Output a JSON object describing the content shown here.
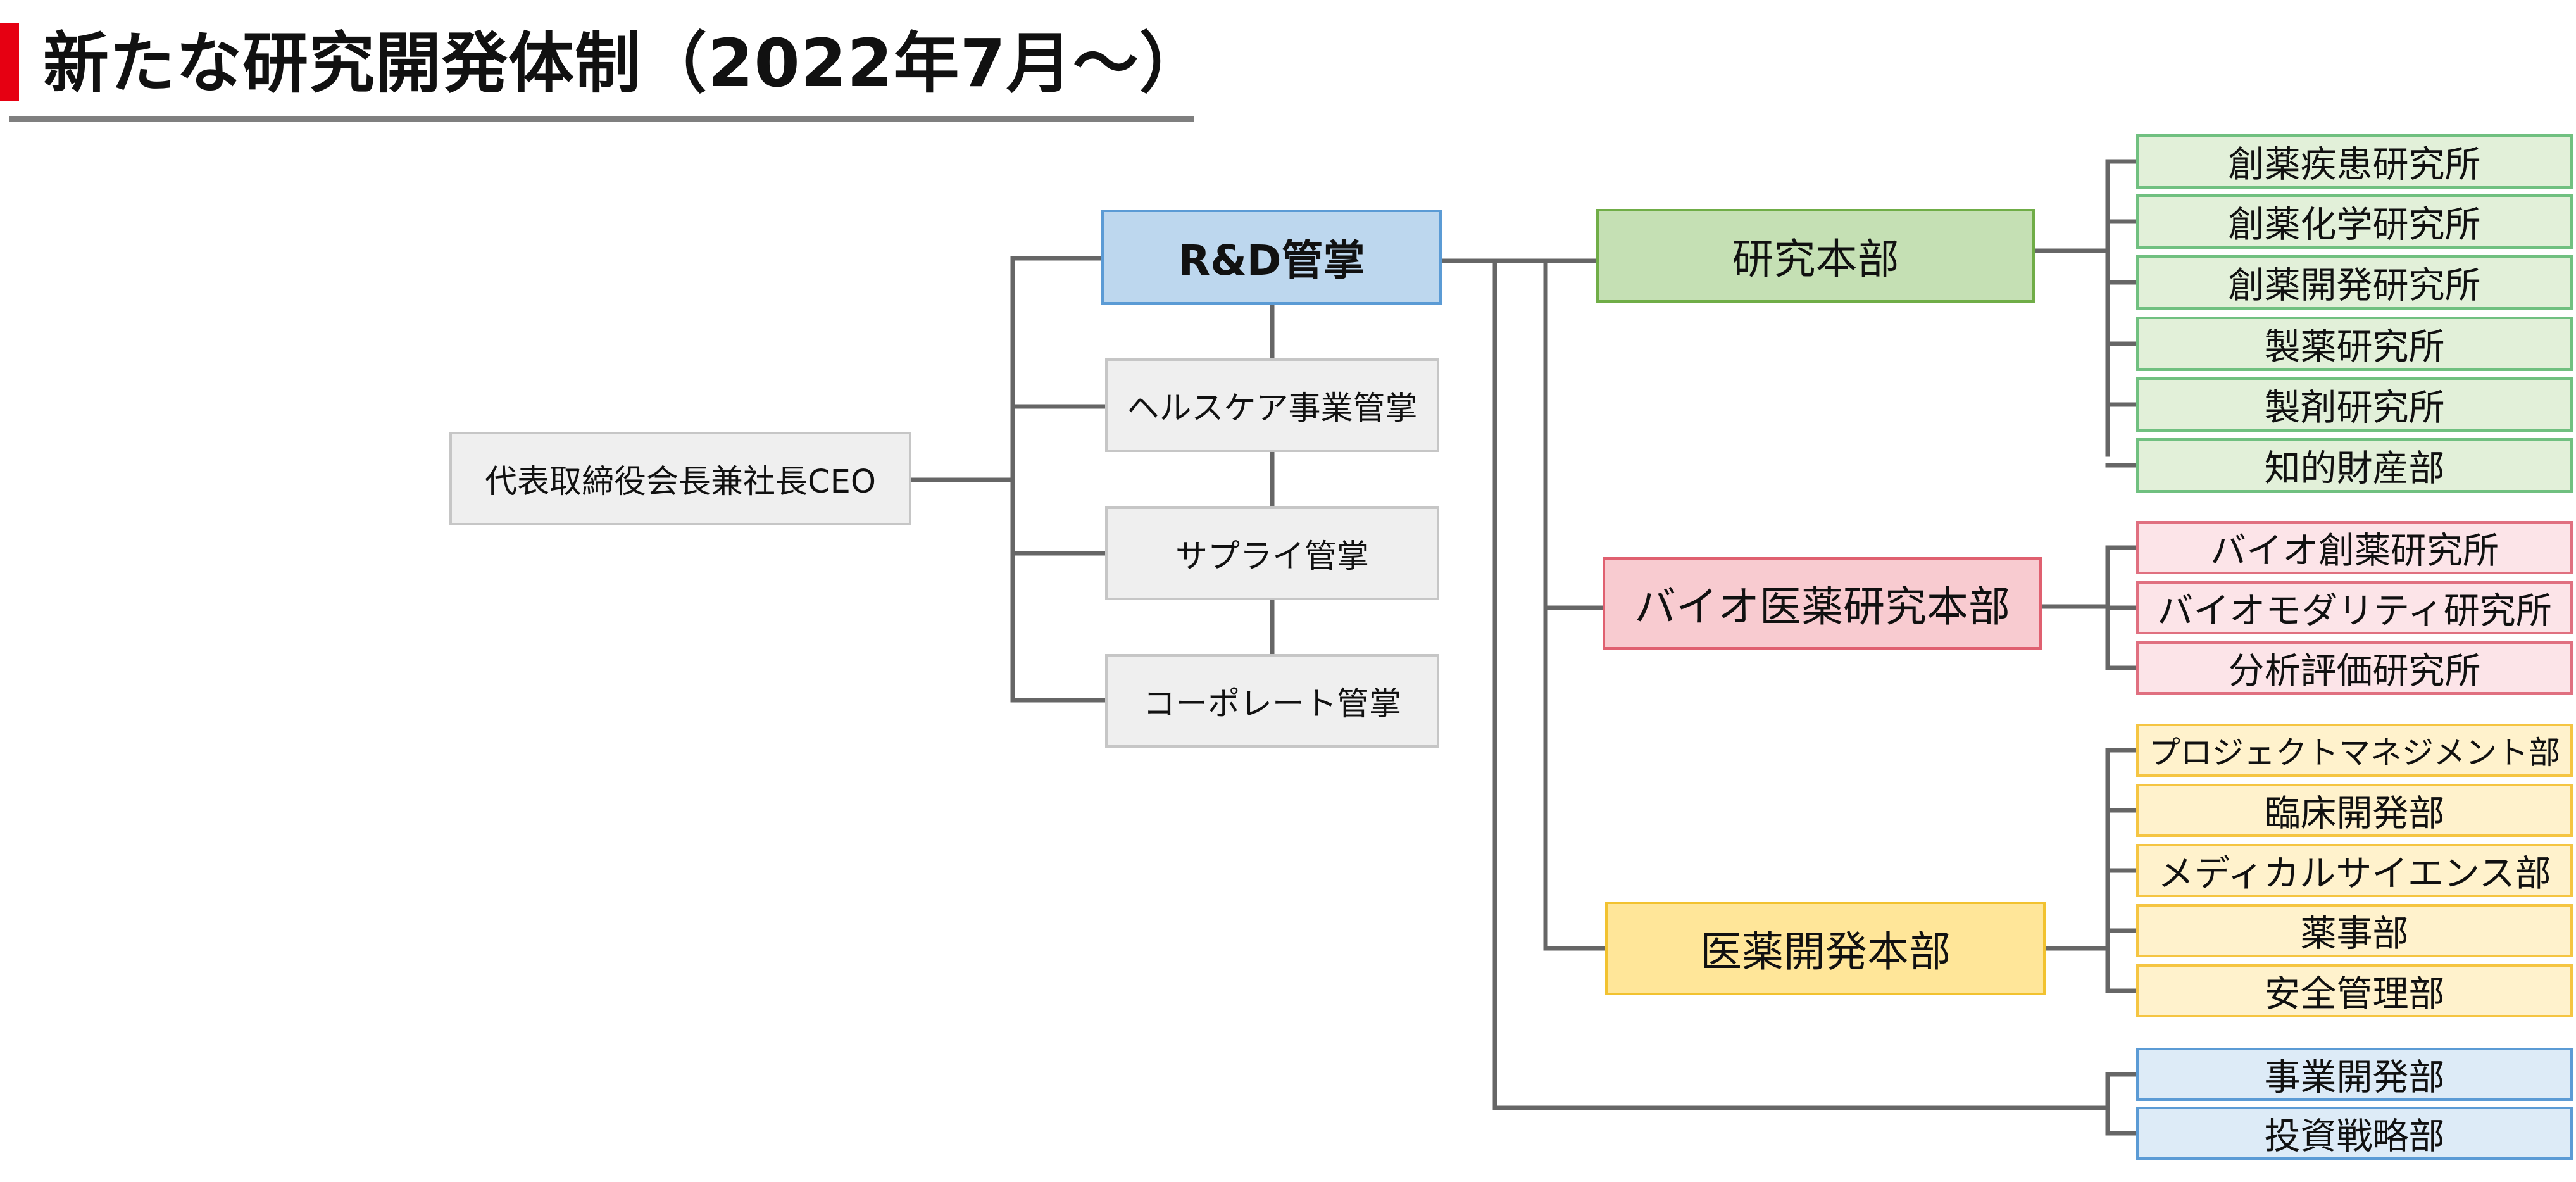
{
  "title": "新たな研究開発体制（2022年7月～）",
  "colors": {
    "title_accent": "#e60012",
    "rd_fill": "#bdd7ee",
    "research_fill": "#c5e0b4",
    "bio_fill": "#f8cbd0",
    "development_fill": "#ffe699",
    "business_fill": "#ddebf7",
    "gray_fill": "#efefef",
    "connector": "#666666"
  },
  "org": {
    "ceo": "代表取締役会長兼社長CEO",
    "rd": "R&D管掌",
    "healthcare": "ヘルスケア事業管掌",
    "supply": "サプライ管掌",
    "corporate": "コーポレート管掌",
    "research_hq": {
      "name": "研究本部",
      "units": [
        "創薬疾患研究所",
        "創薬化学研究所",
        "創薬開発研究所",
        "製薬研究所",
        "製剤研究所",
        "知的財産部"
      ]
    },
    "bio_hq": {
      "name": "バイオ医薬研究本部",
      "units": [
        "バイオ創薬研究所",
        "バイオモダリティ研究所",
        "分析評価研究所"
      ]
    },
    "dev_hq": {
      "name": "医薬開発本部",
      "units": [
        "プロジェクトマネジメント部",
        "臨床開発部",
        "メディカルサイエンス部",
        "薬事部",
        "安全管理部"
      ]
    },
    "direct_units": [
      "事業開発部",
      "投資戦略部"
    ]
  }
}
